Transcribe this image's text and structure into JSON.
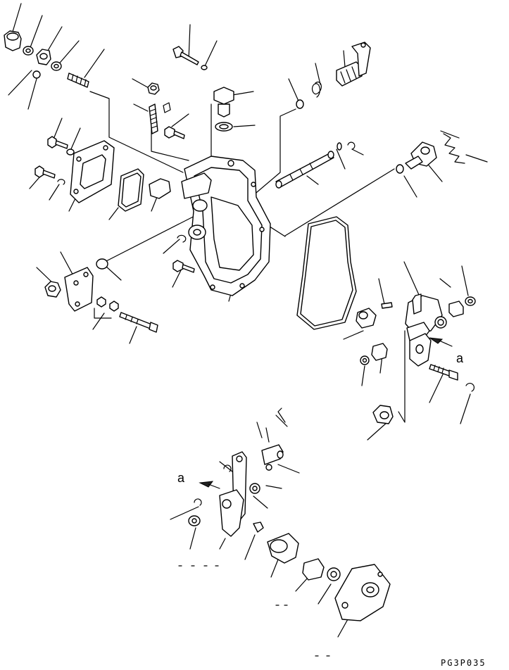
{
  "callouts": {
    "upper": "a",
    "lower": "a"
  },
  "drawing_code": "PG3P035"
}
